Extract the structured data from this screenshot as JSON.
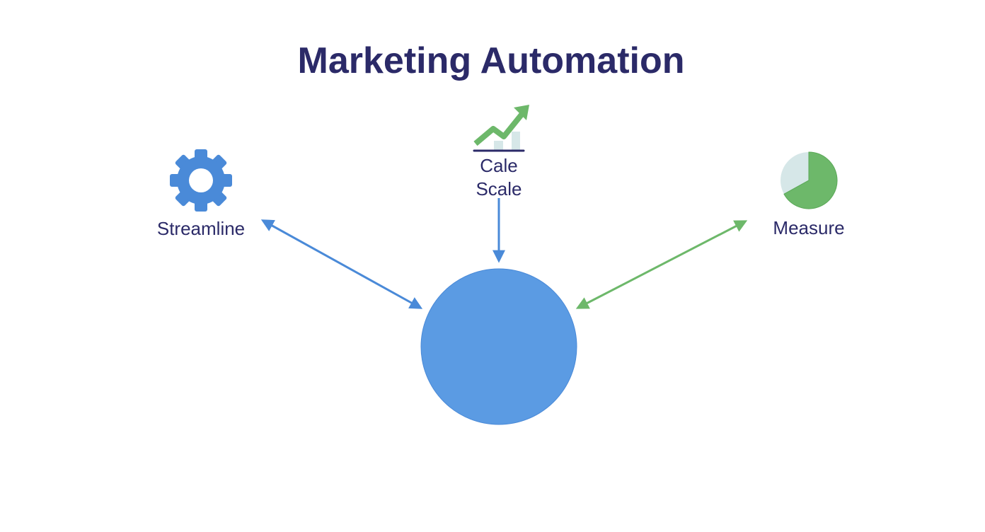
{
  "title": "Marketing Automation",
  "nodes": {
    "streamline": {
      "label": "Streamline",
      "icon": "gear-icon"
    },
    "scale": {
      "label_top": "Cale",
      "label": "Scale",
      "icon": "growth-chart-icon"
    },
    "measure": {
      "label": "Measure",
      "icon": "pie-chart-icon",
      "pie_fraction": 0.67
    }
  },
  "colors": {
    "title": "#2b2a68",
    "blue": "#5b9be3",
    "arrow_blue": "#4a8ad8",
    "green": "#6db86a",
    "pale": "#d6e7e8"
  }
}
